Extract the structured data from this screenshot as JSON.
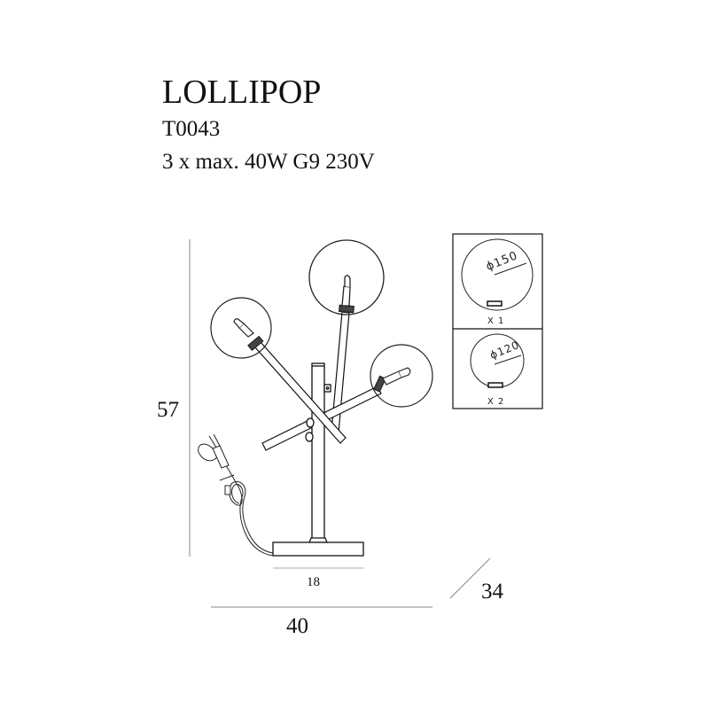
{
  "product": {
    "name": "LOLLIPOP",
    "code": "T0043",
    "spec": "3 x max. 40W G9  230V"
  },
  "dimensions": {
    "height": "57",
    "base_width": "18",
    "total_width": "40",
    "depth": "34"
  },
  "globes": [
    {
      "diameter_label": "ϕ150",
      "quantity_label": "X 1"
    },
    {
      "diameter_label": "ϕ120",
      "quantity_label": "X 2"
    }
  ],
  "colors": {
    "line": "#111111",
    "dimension_line": "#888888",
    "background": "#ffffff"
  }
}
